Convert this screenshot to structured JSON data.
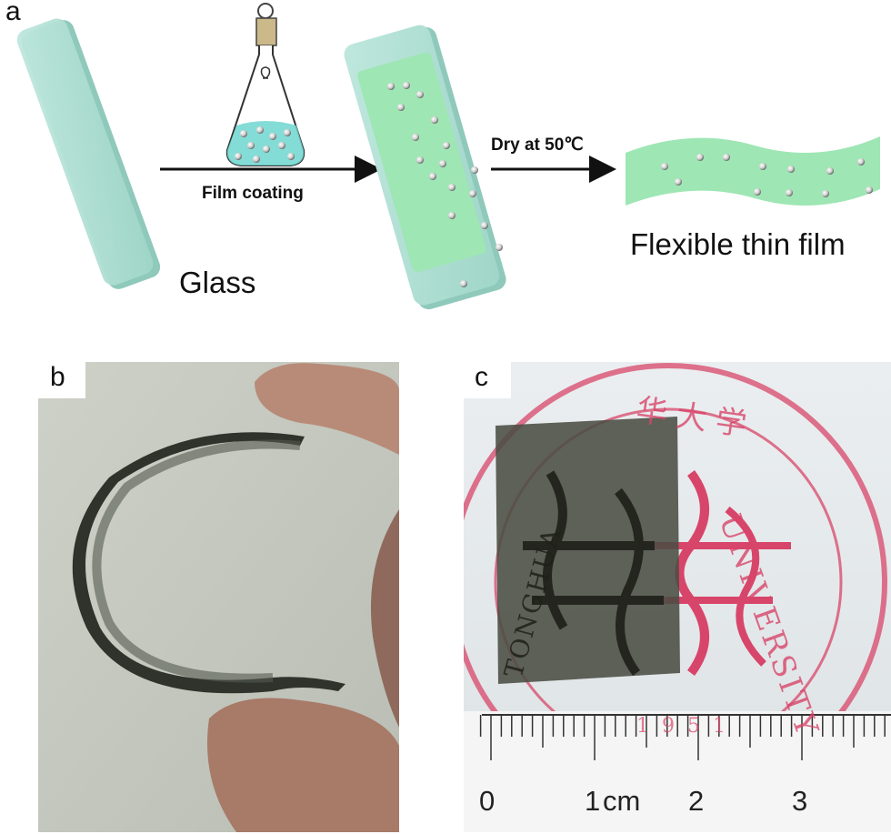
{
  "panels": {
    "a": {
      "label": "a",
      "glass_label": "Glass",
      "step1_label": "Film coating",
      "step2_label": "Dry at 50℃",
      "result_label": "Flexible thin film"
    },
    "b": {
      "label": "b"
    },
    "c": {
      "label": "c",
      "seal_text_right": "UNIVERSITY",
      "seal_text_left": "TONGHUA",
      "seal_year": "1951",
      "seal_chinese": "华大学",
      "ruler_labels": [
        "0",
        "1",
        "cm",
        "2",
        "3"
      ]
    }
  },
  "colors": {
    "glass": "#a9dccf",
    "glass_edge": "#8fc9bb",
    "film": "#9ee6b4",
    "solution": "#6fd6cf",
    "seal": "#d8456a",
    "film_dark": "#3a3d33"
  }
}
